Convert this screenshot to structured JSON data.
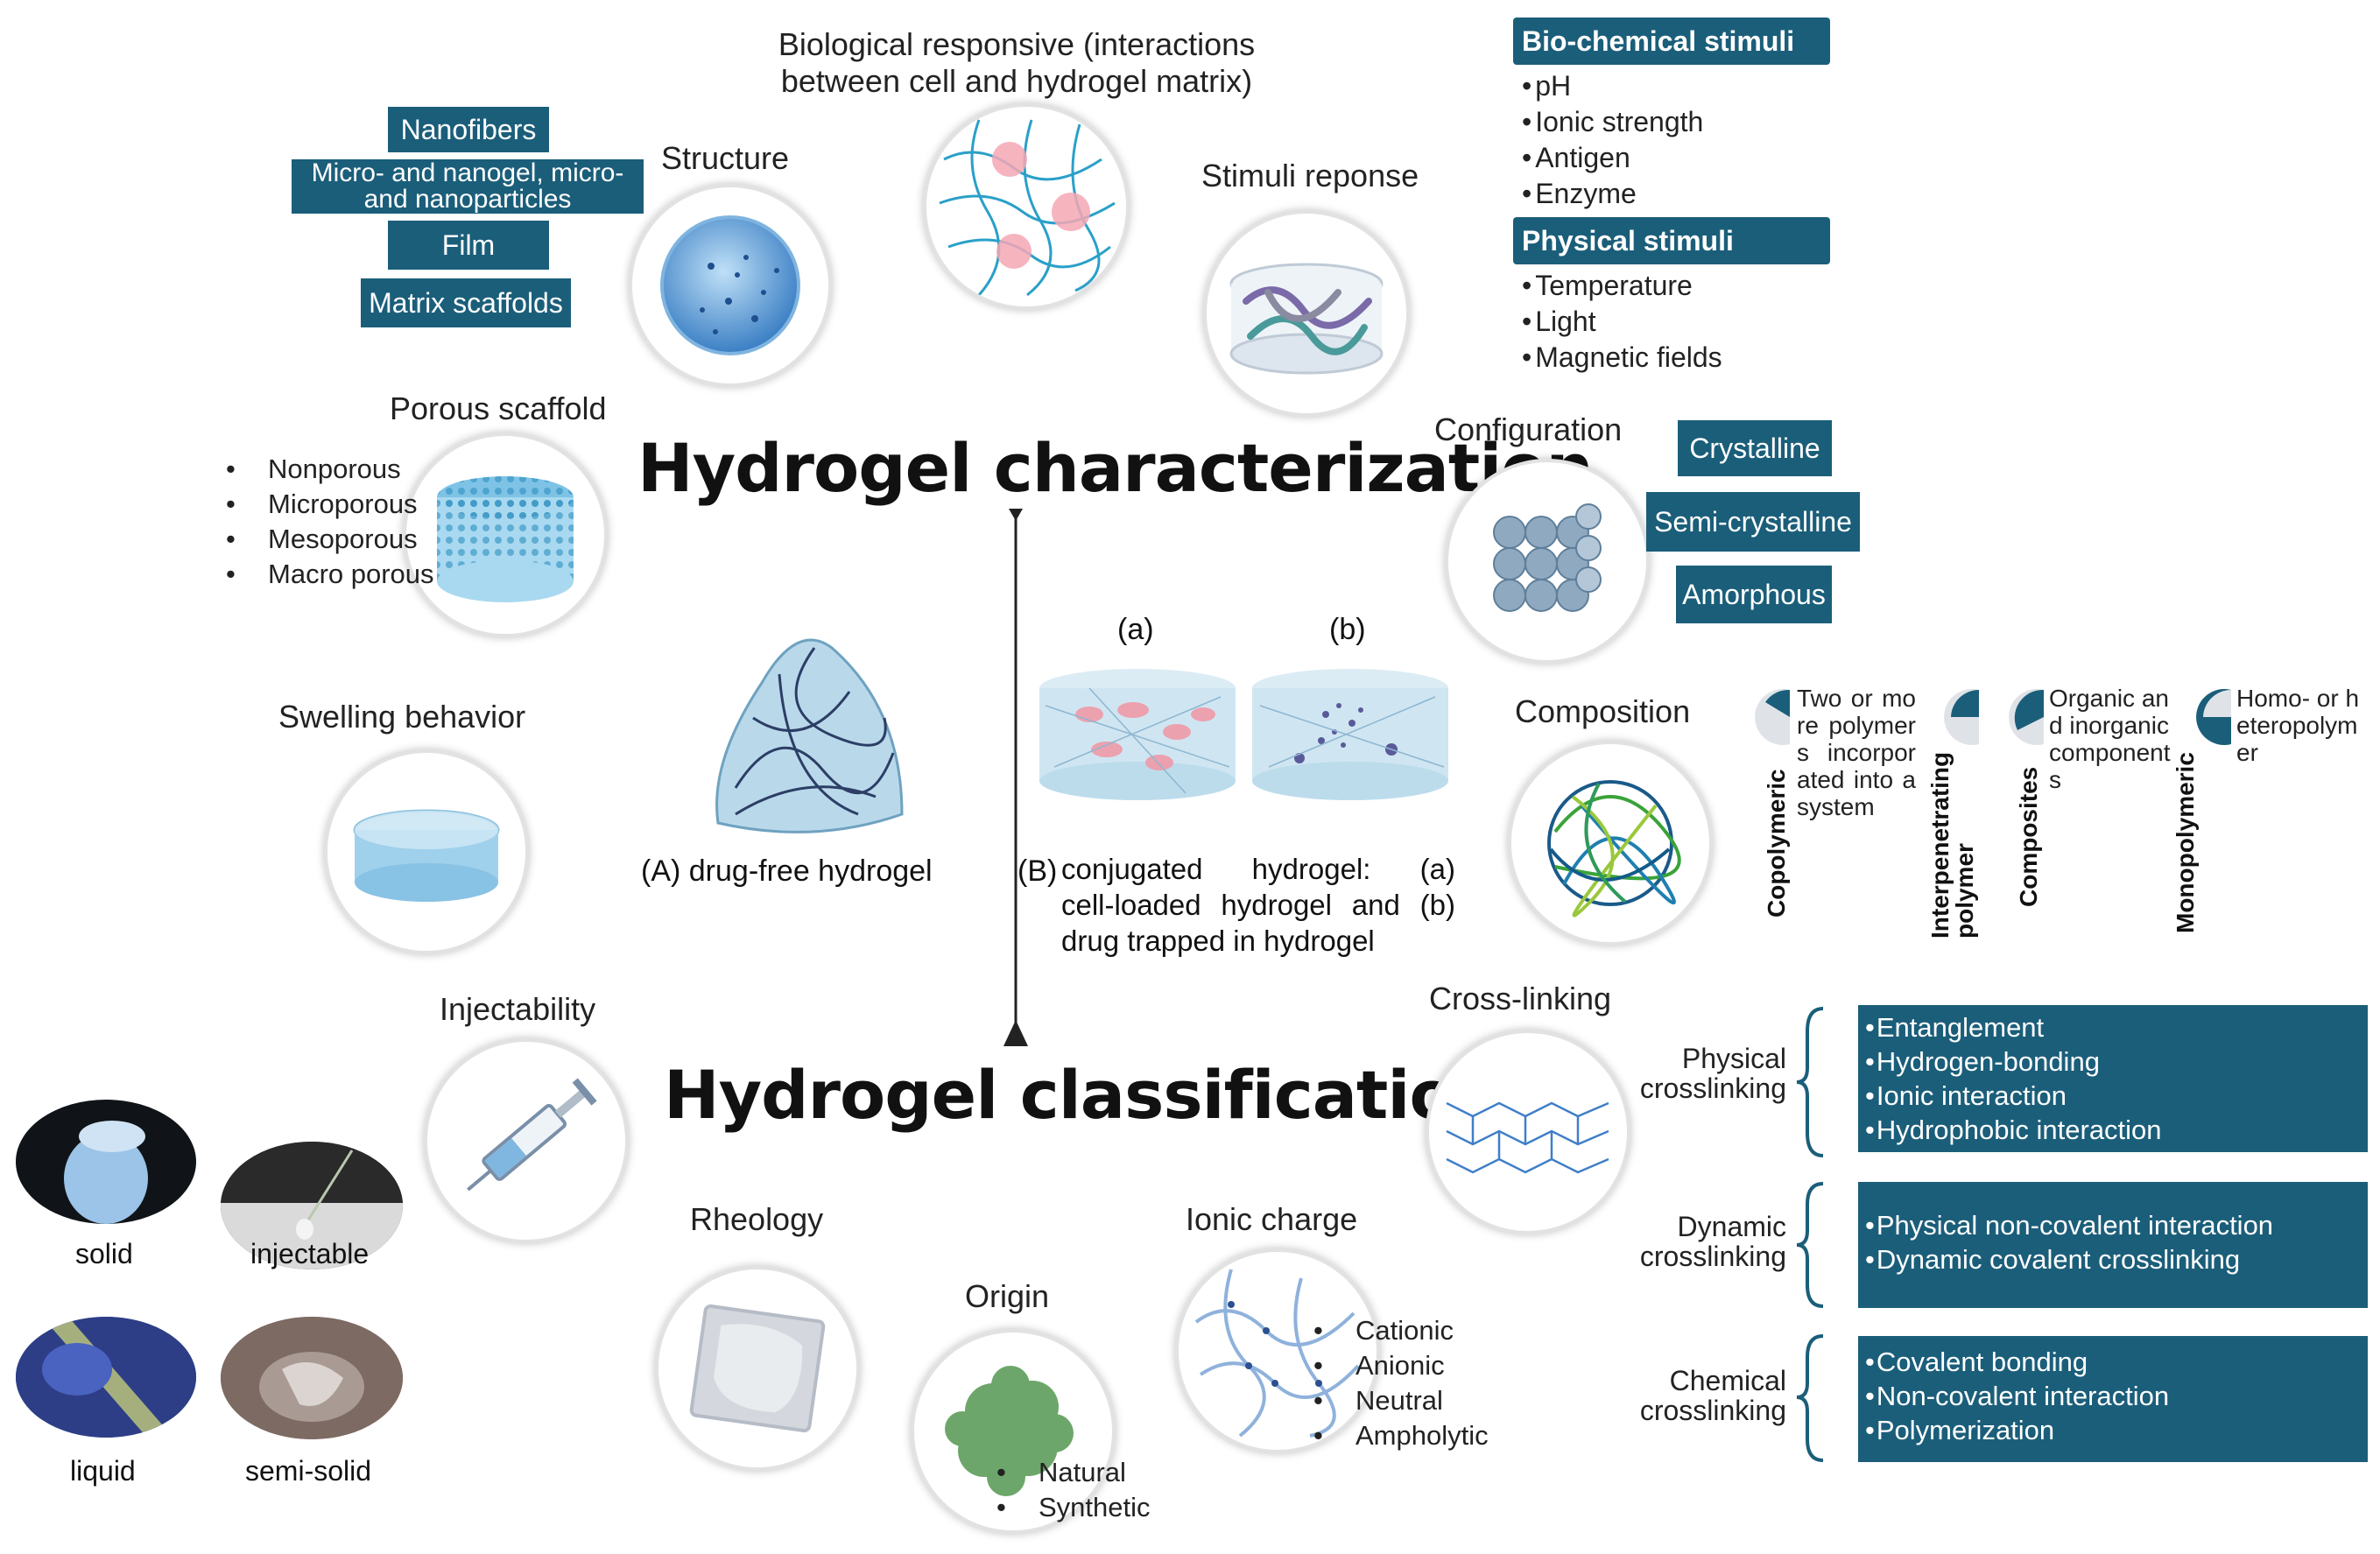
{
  "titles": {
    "characterization": "Hydrogel characterization",
    "classifications": "Hydrogel classifications"
  },
  "structure": {
    "label": "Structure",
    "boxes": [
      "Nanofibers",
      "Micro- and nanogel, micro- and nanoparticles",
      "Film",
      "Matrix scaffolds"
    ]
  },
  "biological": {
    "label": "Biological responsive (interactions between cell and hydrogel matrix)"
  },
  "stimuli": {
    "label": "Stimuli reponse",
    "biochem_header": "Bio-chemical stimuli",
    "biochem_items": [
      "pH",
      "Ionic strength",
      "Antigen",
      "Enzyme"
    ],
    "physical_header": "Physical stimuli",
    "physical_items": [
      "Temperature",
      "Light",
      "Magnetic fields"
    ]
  },
  "porous": {
    "label": "Porous scaffold",
    "items": [
      "Nonporous",
      "Microporous",
      "Mesoporous",
      "Macro porous"
    ]
  },
  "configuration": {
    "label": "Configuration",
    "boxes": [
      "Crystalline",
      "Semi-crystalline",
      "Amorphous"
    ]
  },
  "swelling": {
    "label": "Swelling behavior"
  },
  "drug_free": {
    "label": "(A) drug-free hydrogel"
  },
  "conjugated": {
    "tag_a": "(a)",
    "tag_b": "(b)",
    "marker": "(B)",
    "lines": [
      "conjugated hydrogel: (a)",
      "cell-loaded hydrogel and (b)",
      "drug trapped in hydrogel"
    ]
  },
  "composition": {
    "label": "Composition",
    "types": [
      {
        "name": "Copolymeric",
        "desc": "Two or more polymers incorporated into a system"
      },
      {
        "name": "Interpenetrating polymer",
        "desc": ""
      },
      {
        "name": "Composites",
        "desc": "Organic and inorganic components"
      },
      {
        "name": "Monopolymeric",
        "desc": "Homo- or heteropolymer"
      }
    ]
  },
  "injectability": {
    "label": "Injectability"
  },
  "crosslinking": {
    "label": "Cross-linking",
    "groups": [
      {
        "name": "Physical crosslinking",
        "items": [
          "Entanglement",
          "Hydrogen-bonding",
          "Ionic interaction",
          "Hydrophobic interaction"
        ]
      },
      {
        "name": "Dynamic crosslinking",
        "items": [
          "Physical non-covalent interaction",
          "Dynamic covalent crosslinking"
        ]
      },
      {
        "name": "Chemical crosslinking",
        "items": [
          "Covalent bonding",
          "Non-covalent interaction",
          "Polymerization"
        ]
      }
    ]
  },
  "rheology": {
    "label": "Rheology",
    "states": [
      "solid",
      "injectable",
      "liquid",
      "semi-solid"
    ]
  },
  "origin": {
    "label": "Origin",
    "items": [
      "Natural",
      "Synthetic"
    ]
  },
  "ionic": {
    "label": "Ionic charge",
    "items": [
      "Cationic",
      "Anionic",
      "Neutral",
      "Ampholytic"
    ]
  },
  "colors": {
    "box": "#1b5e7a",
    "text": "#222222"
  }
}
